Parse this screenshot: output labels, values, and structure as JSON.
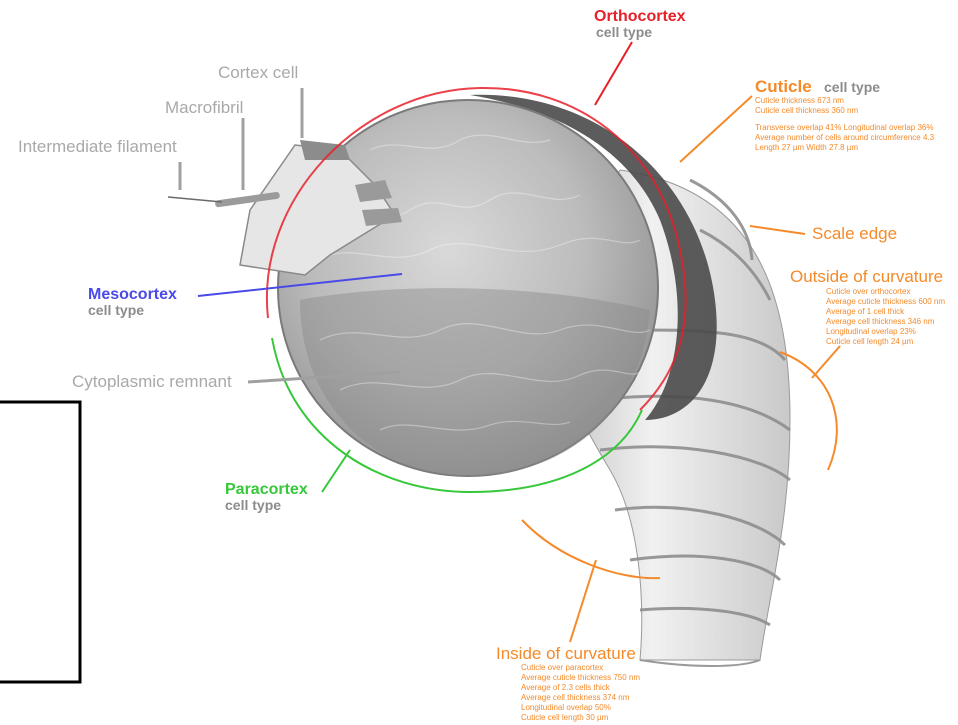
{
  "labels": {
    "cortex_cell": "Cortex cell",
    "macrofibril": "Macrofibril",
    "intermediate_filament": "Intermediate filament",
    "cytoplasmic_remnant": "Cytoplasmic remnant",
    "scale_edge": "Scale edge"
  },
  "orthocortex": {
    "title": "Orthocortex",
    "subtitle": "cell type",
    "color": "#e8202a"
  },
  "mesocortex": {
    "title": "Mesocortex",
    "subtitle": "cell type",
    "color": "#4a4ae8"
  },
  "paracortex": {
    "title": "Paracortex",
    "subtitle": "cell type",
    "color": "#36c83a"
  },
  "cuticle": {
    "title": "Cuticle",
    "subtitle": "cell type",
    "color": "#f58a2a",
    "details": [
      "Cuticle thickness 673 nm",
      "Cuticle cell thickness 360 nm",
      "",
      "Transverse overlap 41%  Longitudinal overlap 36%",
      "Average number of cells around circumference 4.3",
      "Length 27 µm   Width 27.8 µm"
    ]
  },
  "outside_curvature": {
    "title": "Outside of curvature",
    "details": [
      "Cuticle over orthocortex",
      "Average cuticle thickness 600 nm",
      "Average of 1 cell thick",
      "Average cell thickness 346 nm",
      "Longitudinal overlap 23%",
      "Cuticle cell length 24 µm"
    ]
  },
  "inside_curvature": {
    "title": "Inside of curvature",
    "details": [
      "Cuticle over paracortex",
      "Average cuticle thickness 750 nm",
      "Average of 2.3 cells thick",
      "Average cell thickness 374 nm",
      "Longitudinal overlap 50%",
      "Cuticle cell length 30 µm"
    ]
  }
}
